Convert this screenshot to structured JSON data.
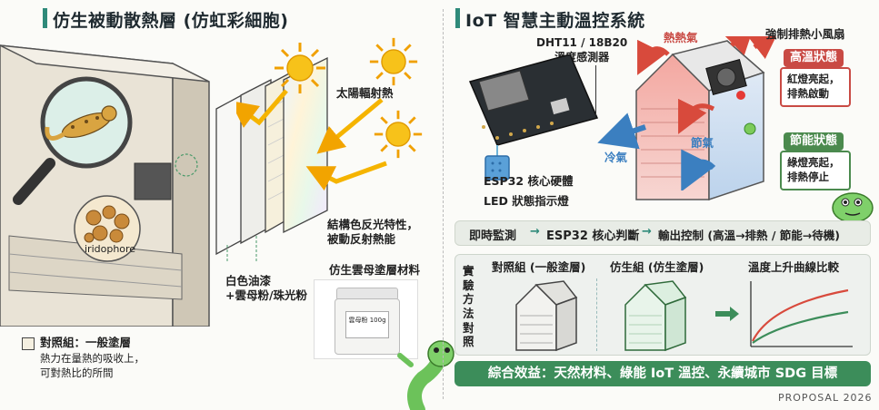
{
  "left_panel": {
    "title": "仿生被動散熱層 (仿虹彩細胞)",
    "iridophore_label": "iridophore",
    "solar_label": "太陽輻射熱",
    "structural_color_label": "結構色反光特性，\n被動反射熱能",
    "mica_coating_label": "仿生雲母塗層材料",
    "white_paint_label": "白色油漆\n+雲母粉/珠光粉",
    "jar_label": "雲母粉 100g",
    "control_group_label": "對照組：一般塗層",
    "control_group_desc": "熱力在量熱的吸收上，\n可對熱比的所間"
  },
  "right_panel": {
    "title": "IoT 智慧主動溫控系統",
    "sensor_label": "DHT11 / 18B20\n溫度感測器",
    "hot_air_label": "熱熱氣",
    "fan_label": "強制排熱小風扇",
    "high_temp_title": "高溫狀態",
    "high_temp_desc": "紅燈亮起，\n排熱啟動",
    "energy_saving_title": "節能狀態",
    "energy_saving_desc": "綠燈亮起，\n排熱停止",
    "cold_air_label": "冷氣",
    "save_label": "節氣",
    "esp32_label": "ESP32 核心硬體",
    "led_label": "LED 狀態指示燈",
    "flow_steps": [
      "即時監測",
      "ESP32 核心判斷",
      "輸出控制 (高溫→排熱 / 節能→待機)"
    ],
    "experiment_vertical": "實驗方法對照",
    "control_box_label": "對照組 (一般塗層)",
    "bionic_box_label": "仿生組 (仿生塗層)",
    "curve_label": "溫度上升曲線比較",
    "summary": "綜合效益：天然材料、綠能 IoT 溫控、永續城市 SDG 目標",
    "footer": "PROPOSAL 2026"
  },
  "colors": {
    "accent_teal": "#2f8a7a",
    "hot_red": "#d84a3c",
    "cold_blue": "#3b7fc0",
    "green": "#3c8d5a",
    "sun_yellow": "#f4b400"
  }
}
